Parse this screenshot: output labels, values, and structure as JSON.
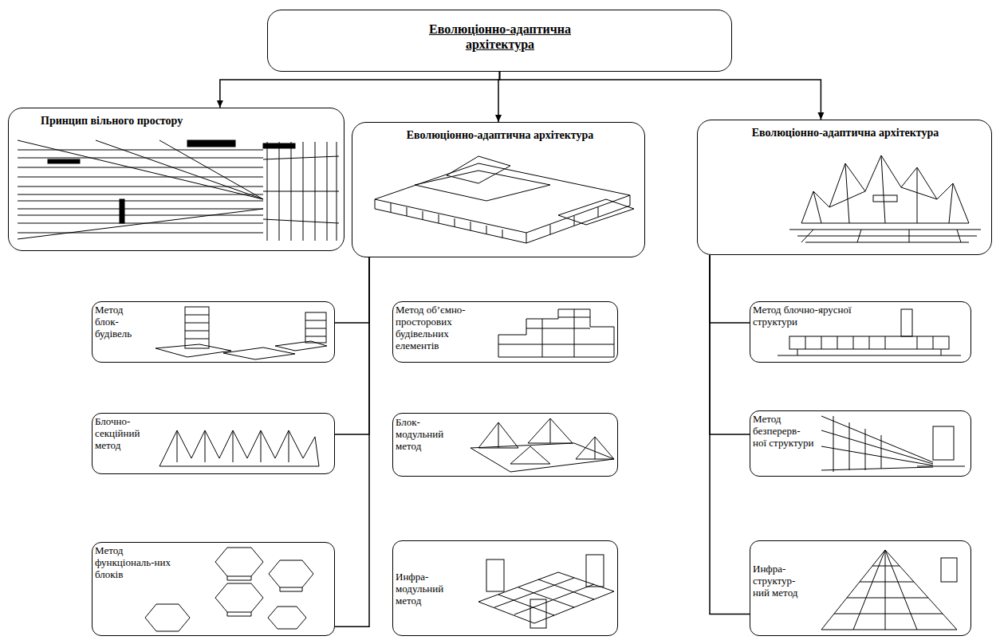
{
  "diagram": {
    "nodes": [
      {
        "text": [
          "Еволюціонно-адаптична архітектура"
        ]
      },
      {
        "text": [
          "Принцип вільного простору"
        ]
      },
      {
        "text": [
          "Еволюціонно-адаптична архітектура"
        ]
      },
      {
        "text": [
          "Еволюціонно-адаптична архітектура"
        ]
      },
      {
        "text": [
          "Метод блок- будівель"
        ]
      },
      {
        "text": [
          "Блочно- секційний метод"
        ]
      },
      {
        "text": [
          "Метод функціональ-них блоків"
        ]
      },
      {
        "text": [
          "Метод об’ємно- просторових будівельних елементів"
        ]
      },
      {
        "text": [
          "Блок- модульний метод"
        ]
      },
      {
        "text": [
          "Инфра- модульний метод"
        ]
      },
      {
        "text": [
          "Метод блочно-ярусної структури"
        ]
      },
      {
        "text": [
          "Метод безперерв- ної структури"
        ]
      },
      {
        "text": [
          "Инфра- структур- ний метод"
        ]
      }
    ],
    "edges": [
      {
        "from": 0,
        "to": 1,
        "arrow": "to"
      },
      {
        "from": 0,
        "to": 2,
        "arrow": "to"
      },
      {
        "from": 0,
        "to": 3,
        "arrow": "to"
      },
      {
        "from": 2,
        "to": 4,
        "arrow": "none"
      },
      {
        "from": 2,
        "to": 5,
        "arrow": "none"
      },
      {
        "from": 2,
        "to": 6,
        "arrow": "none"
      },
      {
        "from": 3,
        "to": 10,
        "arrow": "none"
      },
      {
        "from": 3,
        "to": 11,
        "arrow": "none"
      },
      {
        "from": 3,
        "to": 12,
        "arrow": "none"
      }
    ]
  }
}
